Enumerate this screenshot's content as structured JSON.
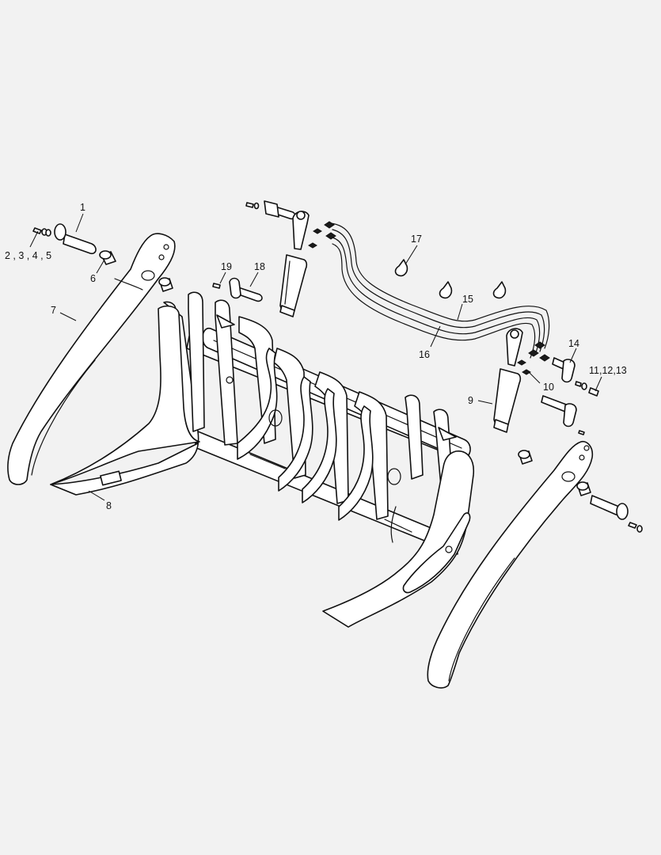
{
  "background": "#f2f2f2",
  "line_color": "#111111",
  "callouts": [
    {
      "id": "c1",
      "text": "1"
    },
    {
      "id": "c2",
      "text": "2 , 3 , 4 , 5"
    },
    {
      "id": "c6",
      "text": "6"
    },
    {
      "id": "c7",
      "text": "7"
    },
    {
      "id": "c8",
      "text": "8"
    },
    {
      "id": "c9",
      "text": "9"
    },
    {
      "id": "c10",
      "text": "10"
    },
    {
      "id": "c11",
      "text": "11,12,13"
    },
    {
      "id": "c14",
      "text": "14"
    },
    {
      "id": "c15",
      "text": "15"
    },
    {
      "id": "c16",
      "text": "16"
    },
    {
      "id": "c17",
      "text": "17"
    },
    {
      "id": "c18",
      "text": "18"
    },
    {
      "id": "c19",
      "text": "19"
    }
  ]
}
